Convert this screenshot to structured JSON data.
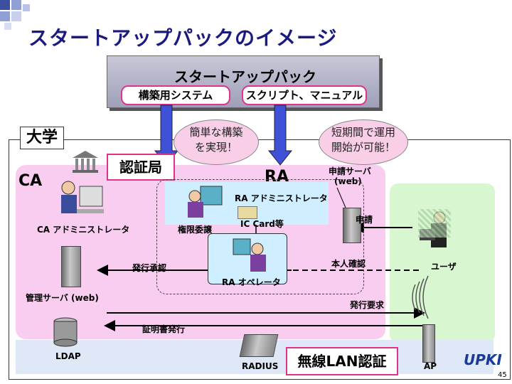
{
  "title": "スタートアップパックのイメージ",
  "startup_pack": {
    "title": "スタートアップパック",
    "build_system": "構築用システム",
    "scripts_manual": "スクリプト、マニュアル"
  },
  "clouds": {
    "easy_build": "簡単な構築\nを実現！",
    "short_term": "短期間で運用\n開始が可能！"
  },
  "labels": {
    "university": "大学",
    "ca": "CA",
    "ra": "RA",
    "ninshokyoku": "認証局",
    "ca_admin": "CA アドミニストレータ",
    "ra_admin": "RA アドミニストレータ",
    "ra_operator": "RA オペレータ",
    "authority_delegation": "権限委譲",
    "ic_card": "IC Card等",
    "apply_server": "申請サーバ",
    "apply_server_web": "(web)",
    "apply": "申請",
    "identity_check": "本人確認",
    "issue_approval": "発行承認",
    "user": "ユーザ",
    "admin_server": "管理サーバ (web)",
    "issue_request": "発行要求",
    "cert_issue": "証明書発行",
    "ldap": "LDAP",
    "radius": "RADIUS",
    "wireless_lan_auth": "無線LAN認証",
    "ap": "AP",
    "page_number": "45",
    "upki_logo": "UPKI"
  },
  "colors": {
    "title": "#1a1a80",
    "highlight_border": "#e0338f",
    "ca_area": "#f9cdf0",
    "user_area": "#d8f7d0",
    "network_band": "#dfe8f7",
    "arrow": "#3f51d8"
  }
}
